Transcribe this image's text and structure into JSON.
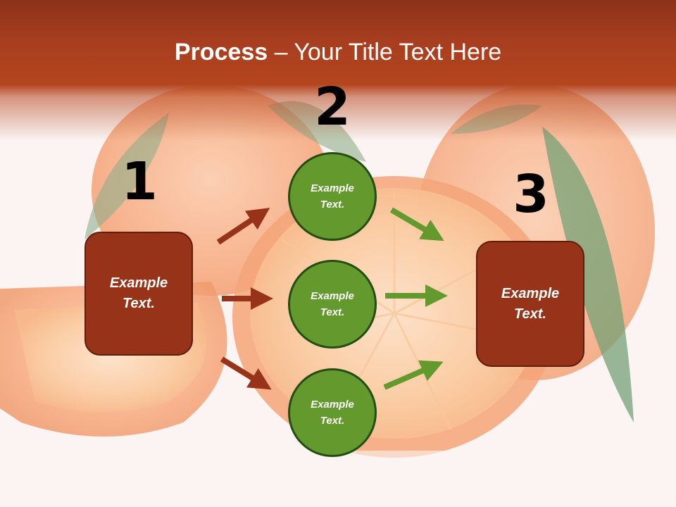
{
  "slide": {
    "title_bold": "Process",
    "title_rest": " – Your Title Text Here"
  },
  "steps": {
    "step1_number": "1",
    "step2_number": "2",
    "step3_number": "3"
  },
  "boxes": {
    "left_text": "Example Text.",
    "right_text": "Example Text."
  },
  "circles": [
    {
      "text": "Example Text."
    },
    {
      "text": "Example Text."
    },
    {
      "text": "Example Text."
    }
  ],
  "colors": {
    "header": "#a83e1f",
    "box_fill": "#963318",
    "circle_fill": "#64992e",
    "arrow_red": "#963318",
    "arrow_green": "#64992e"
  }
}
